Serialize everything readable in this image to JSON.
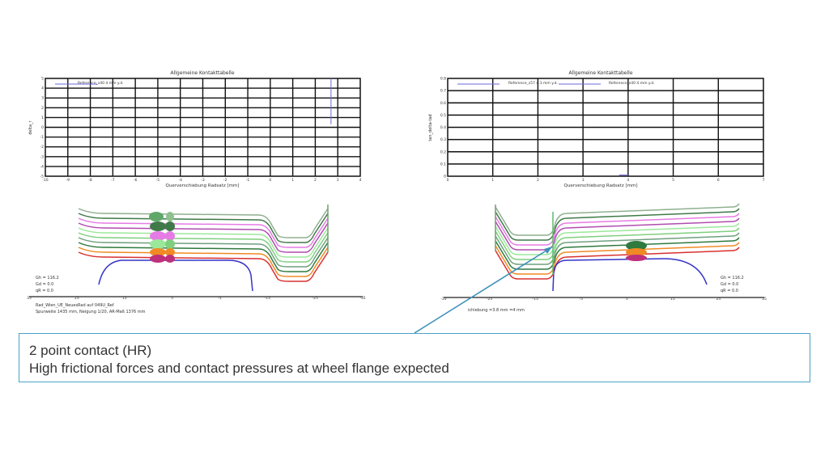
{
  "chart_data": [
    {
      "type": "line",
      "title": "Allgemeine Kontakttabelle",
      "xlabel": "Querverschiebung Radsatz [mm]",
      "ylabel": "delta_r",
      "x_ticks": [
        "-10",
        "-9",
        "-8",
        "-7",
        "-6",
        "-5",
        "-4",
        "-3",
        "-2",
        "-1",
        "0",
        "1",
        "2",
        "3",
        "4"
      ],
      "y_ticks": [
        "5",
        "4",
        "3",
        "2",
        "1",
        "0",
        "-1",
        "-2",
        "-3",
        "-4",
        "-5"
      ],
      "xlim": [
        -10,
        4
      ],
      "ylim": [
        -5,
        5
      ],
      "grid": true,
      "legend": [
        "Reference_s40 4 mm y.d."
      ],
      "series": [
        {
          "name": "Reference_s40 4 mm y.d.",
          "x": [
            2.7,
            2.7
          ],
          "y": [
            0.3,
            5
          ]
        }
      ]
    },
    {
      "type": "line",
      "title": "Allgemeine Kontakttabelle",
      "xlabel": "Querverschiebung Radsatz [mm]",
      "ylabel": "tan_delta-tad",
      "x_ticks": [
        "0",
        "1",
        "2",
        "3",
        "4",
        "5",
        "6",
        "7"
      ],
      "y_ticks": [
        "0.8",
        "0.7",
        "0.6",
        "0.5",
        "0.4",
        "0.3",
        "0.2",
        "0.1",
        "0"
      ],
      "xlim": [
        0,
        7
      ],
      "ylim": [
        0,
        0.8
      ],
      "grid": true,
      "legend": [
        "Reference_s57 4.3 mm y.d.",
        "Reference_s40 4 mm y.d."
      ],
      "series": [
        {
          "name": "Reference_s57 4.3 mm y.d.",
          "x": [
            3.8,
            4.0
          ],
          "y": [
            0.01,
            0.01
          ]
        }
      ]
    }
  ],
  "profiles": {
    "left": {
      "params": [
        "Gh = 116.2",
        "Gd = 0.0",
        "qR = 0.0"
      ],
      "axis_ticks": [
        "35",
        "25",
        "15",
        "5",
        "-5",
        "-15",
        "-25",
        "-35"
      ],
      "caption1": "Rad_Wien_UE_NeuesRad auf 049U_Ref",
      "caption2": "Spurweite 1435 mm, Neigung 1/20, AR-Maß 1376 mm"
    },
    "right": {
      "params": [
        "Gh = 116.2",
        "Gd = 0.0",
        "qR = 0.0"
      ],
      "axis_ticks": [
        "-35",
        "-25",
        "-15",
        "-5",
        "5",
        "15",
        "25",
        "35"
      ],
      "caption1": "ichiebung =3.8 mm =4 mm"
    },
    "line_colors": [
      "#8fb08f",
      "#3f7a48",
      "#e67be6",
      "#b04cb0",
      "#9be89b",
      "#7fcf7f",
      "#6f9f7f",
      "#2f7a3f",
      "#f08a24",
      "#d83030"
    ],
    "wheel_color": "#3434c8"
  },
  "callout": {
    "line1": "2 point contact (HR)",
    "line2": "High frictional forces and contact pressures at wheel flange expected",
    "border_color": "#4aa3c8"
  }
}
